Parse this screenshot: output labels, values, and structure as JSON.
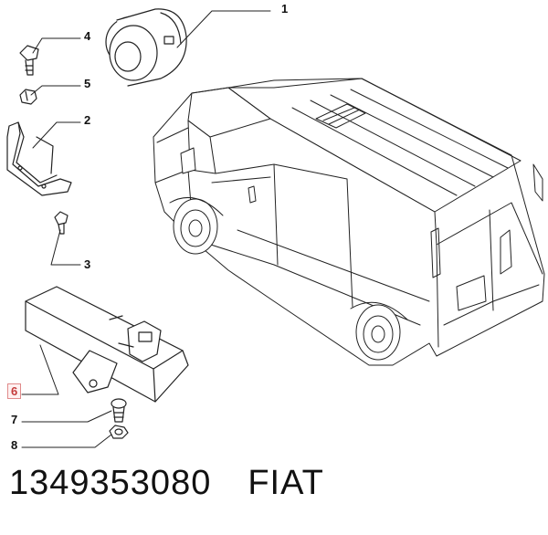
{
  "callouts": {
    "c1": "1",
    "c2": "2",
    "c3": "3",
    "c4": "4",
    "c5": "5",
    "c6": "6",
    "c7": "7",
    "c8": "8"
  },
  "footer": {
    "part_number": "1349353080",
    "brand": "FIAT"
  },
  "colors": {
    "line": "#222222",
    "highlight_border": "#e08a8a",
    "highlight_fill": "#fff1f1",
    "highlight_text": "#c43b3b"
  }
}
